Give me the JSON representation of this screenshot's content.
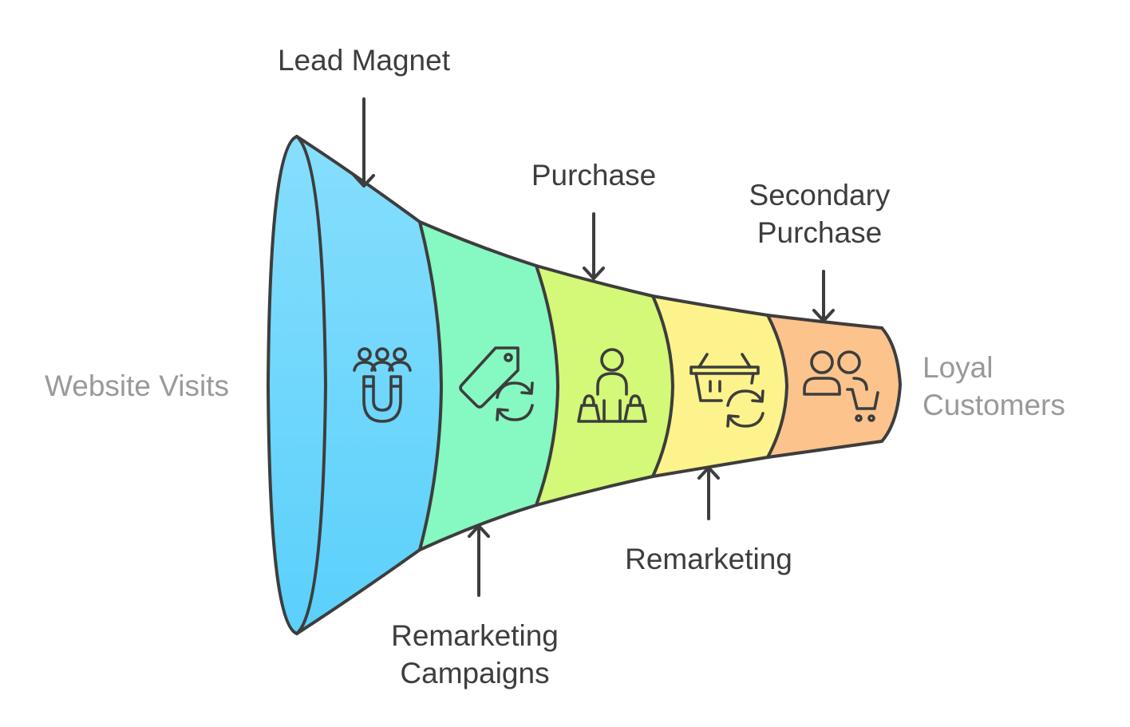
{
  "diagram": {
    "start_label": "Website Visits",
    "end_label_line1": "Loyal",
    "end_label_line2": "Customers",
    "stages": [
      {
        "icon": "magnet-people-icon",
        "color": "#7dd8fb"
      },
      {
        "icon": "tag-refresh-icon",
        "color": "#85f8c1"
      },
      {
        "icon": "person-shopping-bags-icon",
        "color": "#d4f877"
      },
      {
        "icon": "basket-refresh-icon",
        "color": "#fdf38c"
      },
      {
        "icon": "users-cart-icon",
        "color": "#fbc38c"
      }
    ],
    "annotations": {
      "lead_magnet": "Lead Magnet",
      "purchase": "Purchase",
      "secondary_purchase_line1": "Secondary",
      "secondary_purchase_line2": "Purchase",
      "remarketing_campaigns_line1": "Remarketing",
      "remarketing_campaigns_line2": "Campaigns",
      "remarketing": "Remarketing"
    }
  }
}
